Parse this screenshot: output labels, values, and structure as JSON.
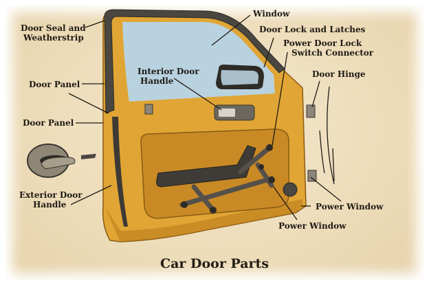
{
  "title": "Car Door Parts",
  "labels": {
    "door_seal": "Door Seal and Weatherstrip",
    "door_seal_line1": "Door Seal and",
    "door_seal_line2": "Weatherstrip",
    "window": "Window",
    "door_lock_latches": "Door Lock and Latches",
    "power_door_lock_line1": "Power Door Lock",
    "power_door_lock_line2": "Switch Connector",
    "interior_handle_line1": "Interior Door",
    "interior_handle_line2": "Handle",
    "door_panel_upper": "Door Panel",
    "door_panel_lower": "Door Panel",
    "door_hinge": "Door Hinge",
    "exterior_handle_line1": "Exterior Door",
    "exterior_handle_line2": "Handle",
    "power_window_right": "Power Window",
    "power_window_bottom": "Power Window"
  },
  "colors": {
    "door_body": "#e0a534",
    "door_shadow": "#b87a1c",
    "seal": "#4a4640",
    "glass": "#b9d2df",
    "metal": "#6e6a63",
    "ink": "#1e1a14"
  }
}
